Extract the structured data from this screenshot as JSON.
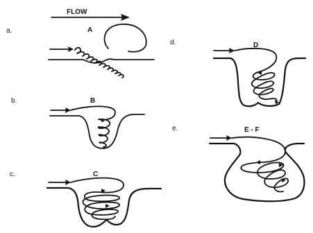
{
  "flow_label": "FLOW",
  "panels": [
    {
      "letter": "a.",
      "title": "A"
    },
    {
      "letter": "b.",
      "title": "B"
    },
    {
      "letter": "c.",
      "title": "C"
    },
    {
      "letter": "d.",
      "title": "D"
    },
    {
      "letter": "e.",
      "title": "E - F"
    }
  ]
}
